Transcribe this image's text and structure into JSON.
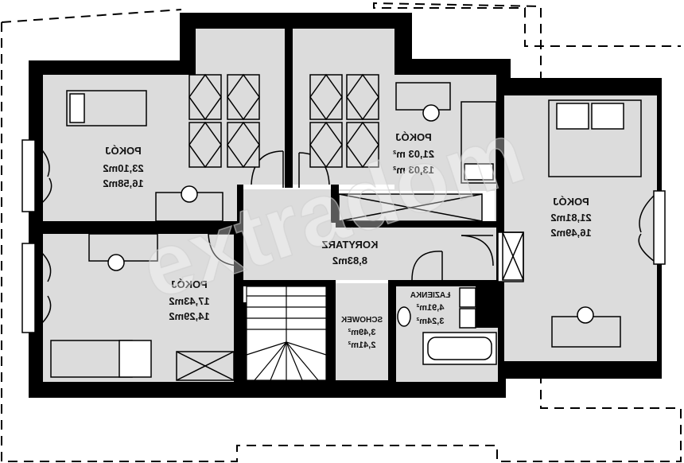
{
  "rooms": {
    "room_top_left": {
      "name": "POKÓJ",
      "area1": "23,10m2",
      "area2": "16,58m2"
    },
    "room_top_middle": {
      "name": "POKÓJ",
      "area1": "21,03 m²",
      "area2": "13,03 m²"
    },
    "room_right": {
      "name": "POKÓJ",
      "area1": "21,81m2",
      "area2": "16,49m2"
    },
    "room_bottom_left": {
      "name": "POKÓJ",
      "area1": "17,43m2",
      "area2": "14,29m2"
    },
    "corridor": {
      "name": "KORYTARZ",
      "area1": "8,83m2"
    },
    "storage": {
      "name": "SCHOWEK",
      "area1": "3,49m²",
      "area2": "2,41m²"
    },
    "bathroom": {
      "name": "ŁAZIENKA",
      "area1": "4,91m²",
      "area2": "3,24m²"
    }
  },
  "watermark": "extradom",
  "colors": {
    "wall": "#000000",
    "floor": "#dcdcdc",
    "background": "#ffffff"
  }
}
